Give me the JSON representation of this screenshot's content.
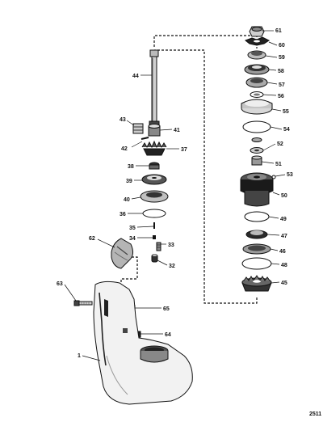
{
  "diagram": {
    "corner_code": "2511",
    "callouts": {
      "c61": "61",
      "c60": "60",
      "c59": "59",
      "c58": "58",
      "c57": "57",
      "c56": "56",
      "c55": "55",
      "c54": "54",
      "c52": "52",
      "c51": "51",
      "c53": "53",
      "c50": "50",
      "c49": "49",
      "c47": "47",
      "c46": "46",
      "c48": "48",
      "c45": "45",
      "c44": "44",
      "c43": "43",
      "c41": "41",
      "c42": "42",
      "c37": "37",
      "c38": "38",
      "c39": "39",
      "c40": "40",
      "c36": "36",
      "c35": "35",
      "c34": "34",
      "c33": "33",
      "c32": "32",
      "c62": "62",
      "c63": "63",
      "c65": "65",
      "c64": "64",
      "c1": "1"
    }
  }
}
